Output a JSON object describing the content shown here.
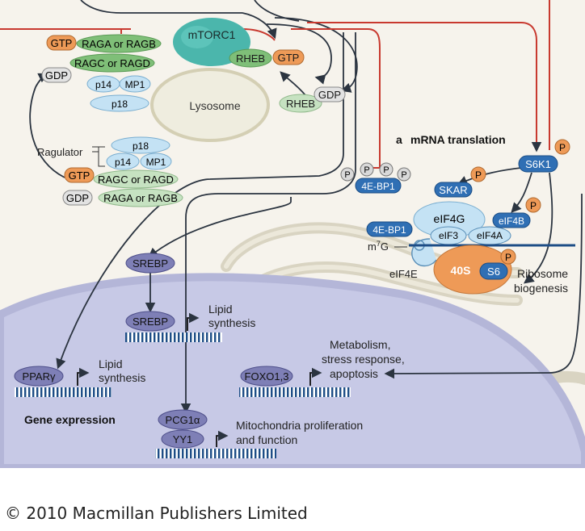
{
  "colors": {
    "inhibit_line": "#c8392f",
    "arrow": "#2b3440",
    "teal": "#4bb6ac",
    "green": "#7fbf78",
    "light_green": "#c6e2c1",
    "blue": "#2f6fb4",
    "light_blue": "#c4e2f4",
    "orange": "#ee9a57",
    "purple": "#7e7fb6",
    "nucleus": "#c7c9e6",
    "lysosome": "#efeddf",
    "dna": "#1d4d86"
  },
  "mtor": {
    "complex": "mTORC1",
    "rheb_gtp": "RHEB",
    "rheb_gdp": "RHEB",
    "lysosome": "Lysosome",
    "gtp": "GTP",
    "gdp": "GDP"
  },
  "ragulator_top": {
    "raga": "RAGA or RAGB",
    "ragc": "RAGC or RAGD",
    "p14": "p14",
    "mp1": "MP1",
    "p18": "p18"
  },
  "ragulator_bottom": {
    "label": "Ragulator",
    "p18": "p18",
    "p14": "p14",
    "mp1": "MP1",
    "ragc": "RAGC or RAGD",
    "raga": "RAGA or RAGB"
  },
  "translation": {
    "heading_letter": "a",
    "heading": "mRNA translation",
    "s6k1": "S6K1",
    "ebp1": "4E-BP1",
    "ebp1_bound": "4E-BP1",
    "skar": "SKAR",
    "eif4g": "eIF4G",
    "eif4b": "eIF4B",
    "eif3": "eIF3",
    "eif4a": "eIF4A",
    "eif4e": "eIF4E",
    "cap_m": "m",
    "cap_sup": "7",
    "cap_g": "G",
    "s40": "40S",
    "s6": "S6",
    "phospho": "P",
    "ribosome_line1": "Ribosome",
    "ribosome_line2": "biogenesis"
  },
  "nucleus": {
    "srebp_cyto": "SREBP",
    "srebp_nuc": "SREBP",
    "lipid1_line1": "Lipid",
    "lipid1_line2": "synthesis",
    "ppar": "PPARγ",
    "lipid2_line1": "Lipid",
    "lipid2_line2": "synthesis",
    "foxo": "FOXO1,3",
    "metab_line1": "Metabolism,",
    "metab_line2": "stress response,",
    "metab_line3": "apoptosis",
    "gene_expression": "Gene expression",
    "pgc": "PCG1α",
    "yy1": "YY1",
    "mito_line1": "Mitochondria proliferation",
    "mito_line2": "and function"
  },
  "caption": "© 2010 Macmillan Publishers Limited"
}
